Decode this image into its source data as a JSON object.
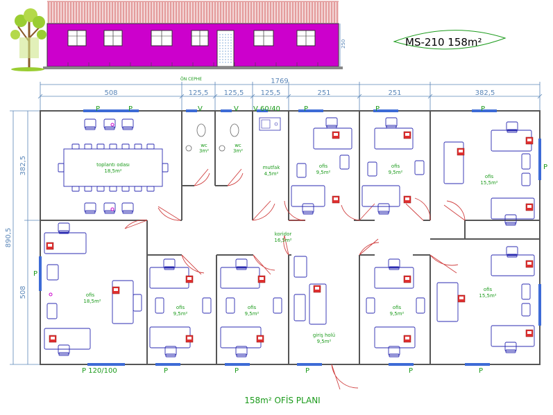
{
  "badge": {
    "text": "MS-210 158m²"
  },
  "elevation": {
    "label": "ÖN CEPHE",
    "height_label": "250"
  },
  "dims_top": {
    "total": "1769",
    "segments": [
      "508",
      "125,5",
      "125,5",
      "125,5",
      "251",
      "251",
      "382,5"
    ]
  },
  "dims_left": {
    "total": "890,5",
    "upper": "382,5",
    "lower": "508"
  },
  "windows_top": {
    "p1": "P",
    "p2": "P",
    "v1": "V",
    "v2": "V",
    "v3": "V 60/40",
    "p3": "P",
    "p4": "P",
    "p5": "P"
  },
  "windows_bottom": {
    "p1": "P 120/100",
    "p2": "P",
    "p3": "P",
    "p4": "P",
    "p5": "P",
    "p6": "P",
    "p7": "P"
  },
  "windows_side": {
    "left": "P"
  },
  "rooms": {
    "toplanti": {
      "name": "toplantı odası",
      "area": "18,5m²"
    },
    "wc1": {
      "name": "wc",
      "area": "3m²"
    },
    "wc2": {
      "name": "wc",
      "area": "3m²"
    },
    "mutfak": {
      "name": "mutfak",
      "area": "4,5m²"
    },
    "ofis_t1": {
      "name": "ofis",
      "area": "9,5m²"
    },
    "ofis_t2": {
      "name": "ofis",
      "area": "9,5m²"
    },
    "ofis_tr": {
      "name": "ofis",
      "area": "15,5m²"
    },
    "koridor": {
      "name": "koridor",
      "area": "16,5m²"
    },
    "ofis_bl": {
      "name": "ofis",
      "area": "18,5m²"
    },
    "ofis_b1": {
      "name": "ofis",
      "area": "9,5m²"
    },
    "ofis_b2": {
      "name": "ofis",
      "area": "9,5m²"
    },
    "giris": {
      "name": "giriş holü",
      "area": "9,5m²"
    },
    "ofis_b3": {
      "name": "ofis",
      "area": "9,5m²"
    },
    "ofis_br": {
      "name": "ofis",
      "area": "15,5m²"
    }
  },
  "plan_title": "158m² OFİS PLANI",
  "colors": {
    "wall": "#555555",
    "furniture": "#2a2ab0",
    "elevation": "#cc00cc",
    "roof": "#c44",
    "text": "#1a9a1a",
    "dim": "#5a86b8"
  }
}
